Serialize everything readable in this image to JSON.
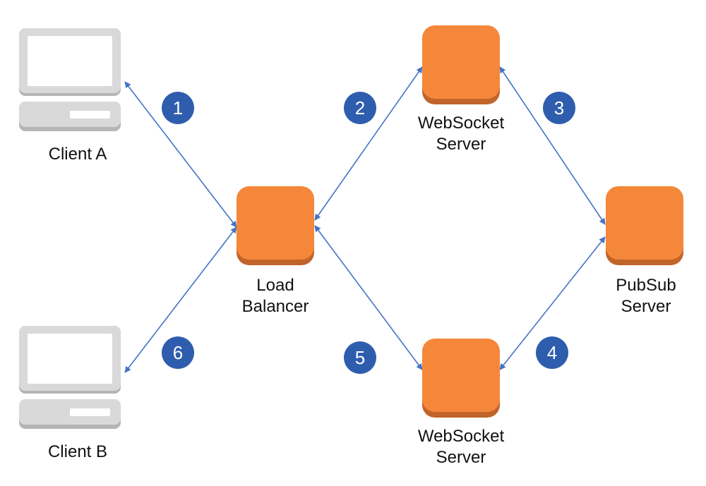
{
  "colors": {
    "node": "#F5873A",
    "node_shadow": "#C1642A",
    "arrow": "#4472C4",
    "badge": "#2F5DAE",
    "computer_body": "#D9D9D9",
    "computer_screen": "#FFFFFF",
    "computer_shadow": "#B5B5B5"
  },
  "nodes": {
    "client_a": {
      "line1": "Client A",
      "icon": "computer-icon"
    },
    "client_b": {
      "line1": "Client B",
      "icon": "computer-icon"
    },
    "load_balancer": {
      "line1": "Load",
      "line2": "Balancer",
      "icon": "server-node-icon"
    },
    "ws_top": {
      "line1": "WebSocket",
      "line2": "Server",
      "icon": "server-node-icon"
    },
    "ws_bottom": {
      "line1": "WebSocket",
      "line2": "Server",
      "icon": "server-node-icon"
    },
    "pubsub": {
      "line1": "PubSub",
      "line2": "Server",
      "icon": "server-node-icon"
    }
  },
  "steps": [
    "1",
    "2",
    "3",
    "4",
    "5",
    "6"
  ]
}
